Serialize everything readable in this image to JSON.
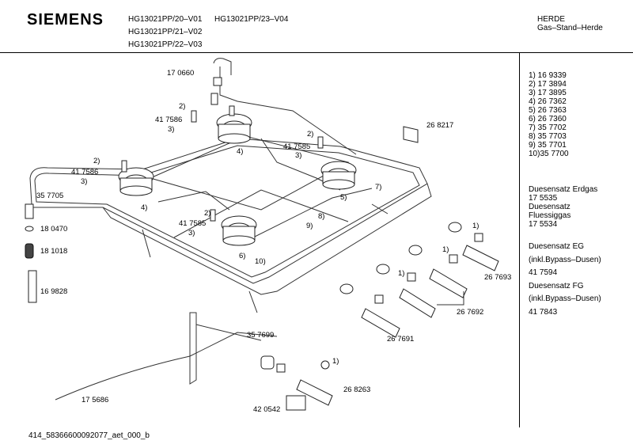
{
  "header": {
    "brand": "SIEMENS",
    "models": [
      "HG13021PP/20–V01",
      "HG13021PP/23–V04",
      "HG13021PP/21–V02",
      "HG13021PP/22–V03"
    ],
    "category": "HERDE",
    "subcategory": "Gas–Stand–Herde"
  },
  "footer": {
    "doc_id": "414_58366600092077_aet_000_b"
  },
  "legend": {
    "parts": [
      "1) 16 9339",
      "2) 17 3894",
      "3) 17 3895",
      "4) 26 7362",
      "5) 26 7363",
      "6) 26 7360",
      "7) 35 7702",
      "8) 35 7703",
      "9) 35 7701",
      "10)35 7700"
    ],
    "kit1": [
      "Duesensatz Erdgas",
      "17 5535",
      "Duesensatz",
      "Fluessiggas",
      "17 5534"
    ],
    "kit2": [
      "Duesensatz EG",
      "(inkl.Bypass–Dusen)",
      "41 7594",
      "Duesensatz FG",
      "(inkl.Bypass–Dusen)",
      "41 7843"
    ]
  },
  "callouts": {
    "c170660": "17 0660",
    "c2a": "2)",
    "c417586a": "41 7586",
    "c3a": "3)",
    "c268217": "26 8217",
    "c2b": "2)",
    "c417585a": "41 7585",
    "c3b": "3)",
    "c4a": "4)",
    "c2c": "2)",
    "c417586b": "41 7586",
    "c3c": "3)",
    "c357705": "35 7705",
    "c4b": "4)",
    "c7": "7)",
    "c5": "5)",
    "c2d": "2)",
    "c417585b": "41 7585",
    "c3d": "3)",
    "c8": "8)",
    "c9": "9)",
    "c180470": "18 0470",
    "c181018": "18 1018",
    "c169828": "16 9828",
    "c6": "6)",
    "c10": "10)",
    "c1a": "1)",
    "c1b": "1)",
    "c1c": "1)",
    "c1d": "1)",
    "c267693": "26 7693",
    "c267692": "26 7692",
    "c267691": "26 7691",
    "c357699": "35 7699",
    "c268263": "26 8263",
    "c175686": "17 5686",
    "c420542": "42 0542"
  },
  "colors": {
    "line": "#333333",
    "text": "#000000"
  }
}
